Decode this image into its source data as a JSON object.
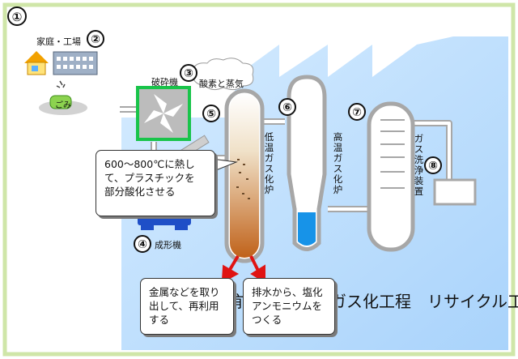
{
  "title": "前処理工程　ガス化工程　リサイクル工程",
  "steps": {
    "s1": "①",
    "s2": "②",
    "s3": "③",
    "s4": "④",
    "s5": "⑤",
    "s6": "⑥",
    "s7": "⑦",
    "s8": "⑧"
  },
  "labels": {
    "homes_factories": "家庭・工場",
    "garbage": "ごみ",
    "crusher": "破砕機",
    "steam": "酸素と蒸気",
    "molding": "成形機",
    "low_temp_gasifier": "低温ガス化炉",
    "high_temp_gasifier": "高温ガス化炉",
    "gas_washer": "ガス洗浄装置"
  },
  "callouts": {
    "heating": "600〜800℃に熱し\nて、プラスチックを\n部分酸化させる",
    "metal": "金属などを取り\n出して、再利用\nする",
    "ammonium": "排水から、塩化\nアンモニウムを\nつくる"
  },
  "colors": {
    "frame": "#cfe6a8",
    "factory_bg": "#a9d3fb",
    "pipe": "#a7a7a7",
    "gasifier_hot": "#c0621a",
    "liquid": "#1793e8",
    "crusher_border": "#19c44a",
    "arrow": "#e01313",
    "molding": "#1f4fc7"
  }
}
